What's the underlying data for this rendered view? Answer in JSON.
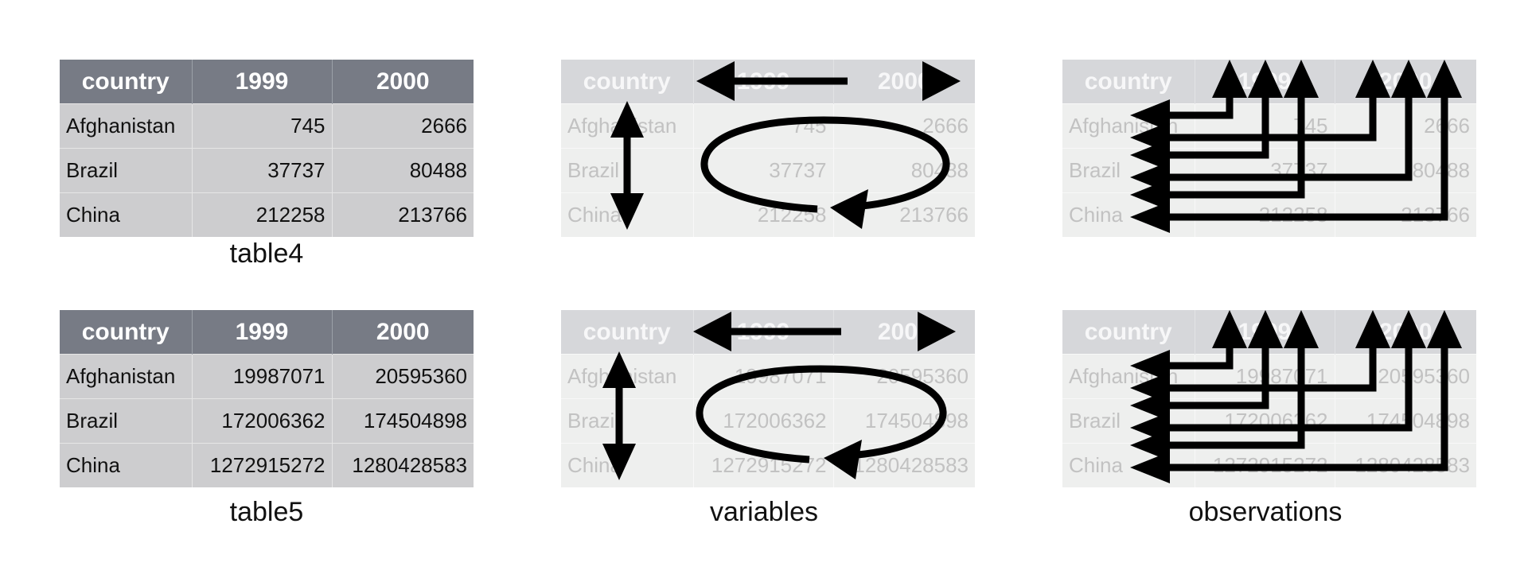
{
  "tables": {
    "table4": {
      "caption": "table4",
      "header": [
        "country",
        "1999",
        "2000"
      ],
      "rows": [
        [
          "Afghanistan",
          "745",
          "2666"
        ],
        [
          "Brazil",
          "37737",
          "80488"
        ],
        [
          "China",
          "212258",
          "213766"
        ]
      ]
    },
    "table5": {
      "caption": "table5",
      "header": [
        "country",
        "1999",
        "2000"
      ],
      "rows": [
        [
          "Afghanistan",
          "19987071",
          "20595360"
        ],
        [
          "Brazil",
          "172006362",
          "174504898"
        ],
        [
          "China",
          "1272915272",
          "1280428583"
        ]
      ]
    }
  },
  "captions": {
    "variables": "variables",
    "observations": "observations"
  },
  "colors": {
    "header_dark": "#777b85",
    "cell_dark": "#cdcdcf",
    "header_faded": "#d6d7da",
    "cell_faded": "#eeefee",
    "arrow": "#000000"
  }
}
